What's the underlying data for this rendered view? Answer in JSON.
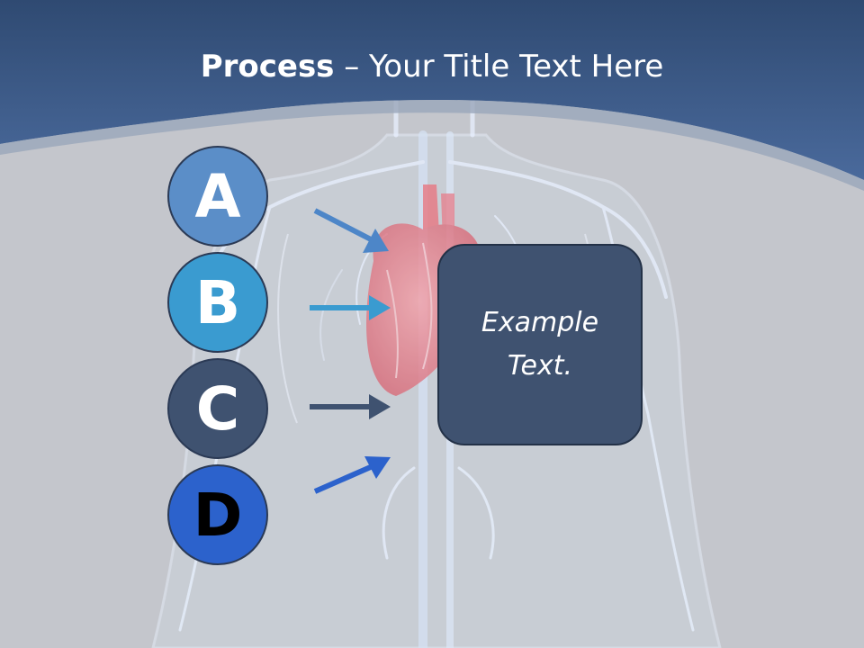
{
  "title": {
    "bold": "Process",
    "rest": " – Your Title Text Here"
  },
  "steps": [
    {
      "label": "A",
      "color": "#5b8ec8",
      "text_color": "#ffffff"
    },
    {
      "label": "B",
      "color": "#3a9bd0",
      "text_color": "#ffffff"
    },
    {
      "label": "C",
      "color": "#3f5270",
      "text_color": "#ffffff"
    },
    {
      "label": "D",
      "color": "#2c62cc",
      "text_color": "#000000"
    }
  ],
  "arrow_colors": [
    "#4d86c8",
    "#3a9bd0",
    "#3f5270",
    "#2c62cc"
  ],
  "box": {
    "text": "Example Text.",
    "color": "#3f5270"
  },
  "colors": {
    "header": "#3b5a8c",
    "background": "#c4c6cc"
  }
}
